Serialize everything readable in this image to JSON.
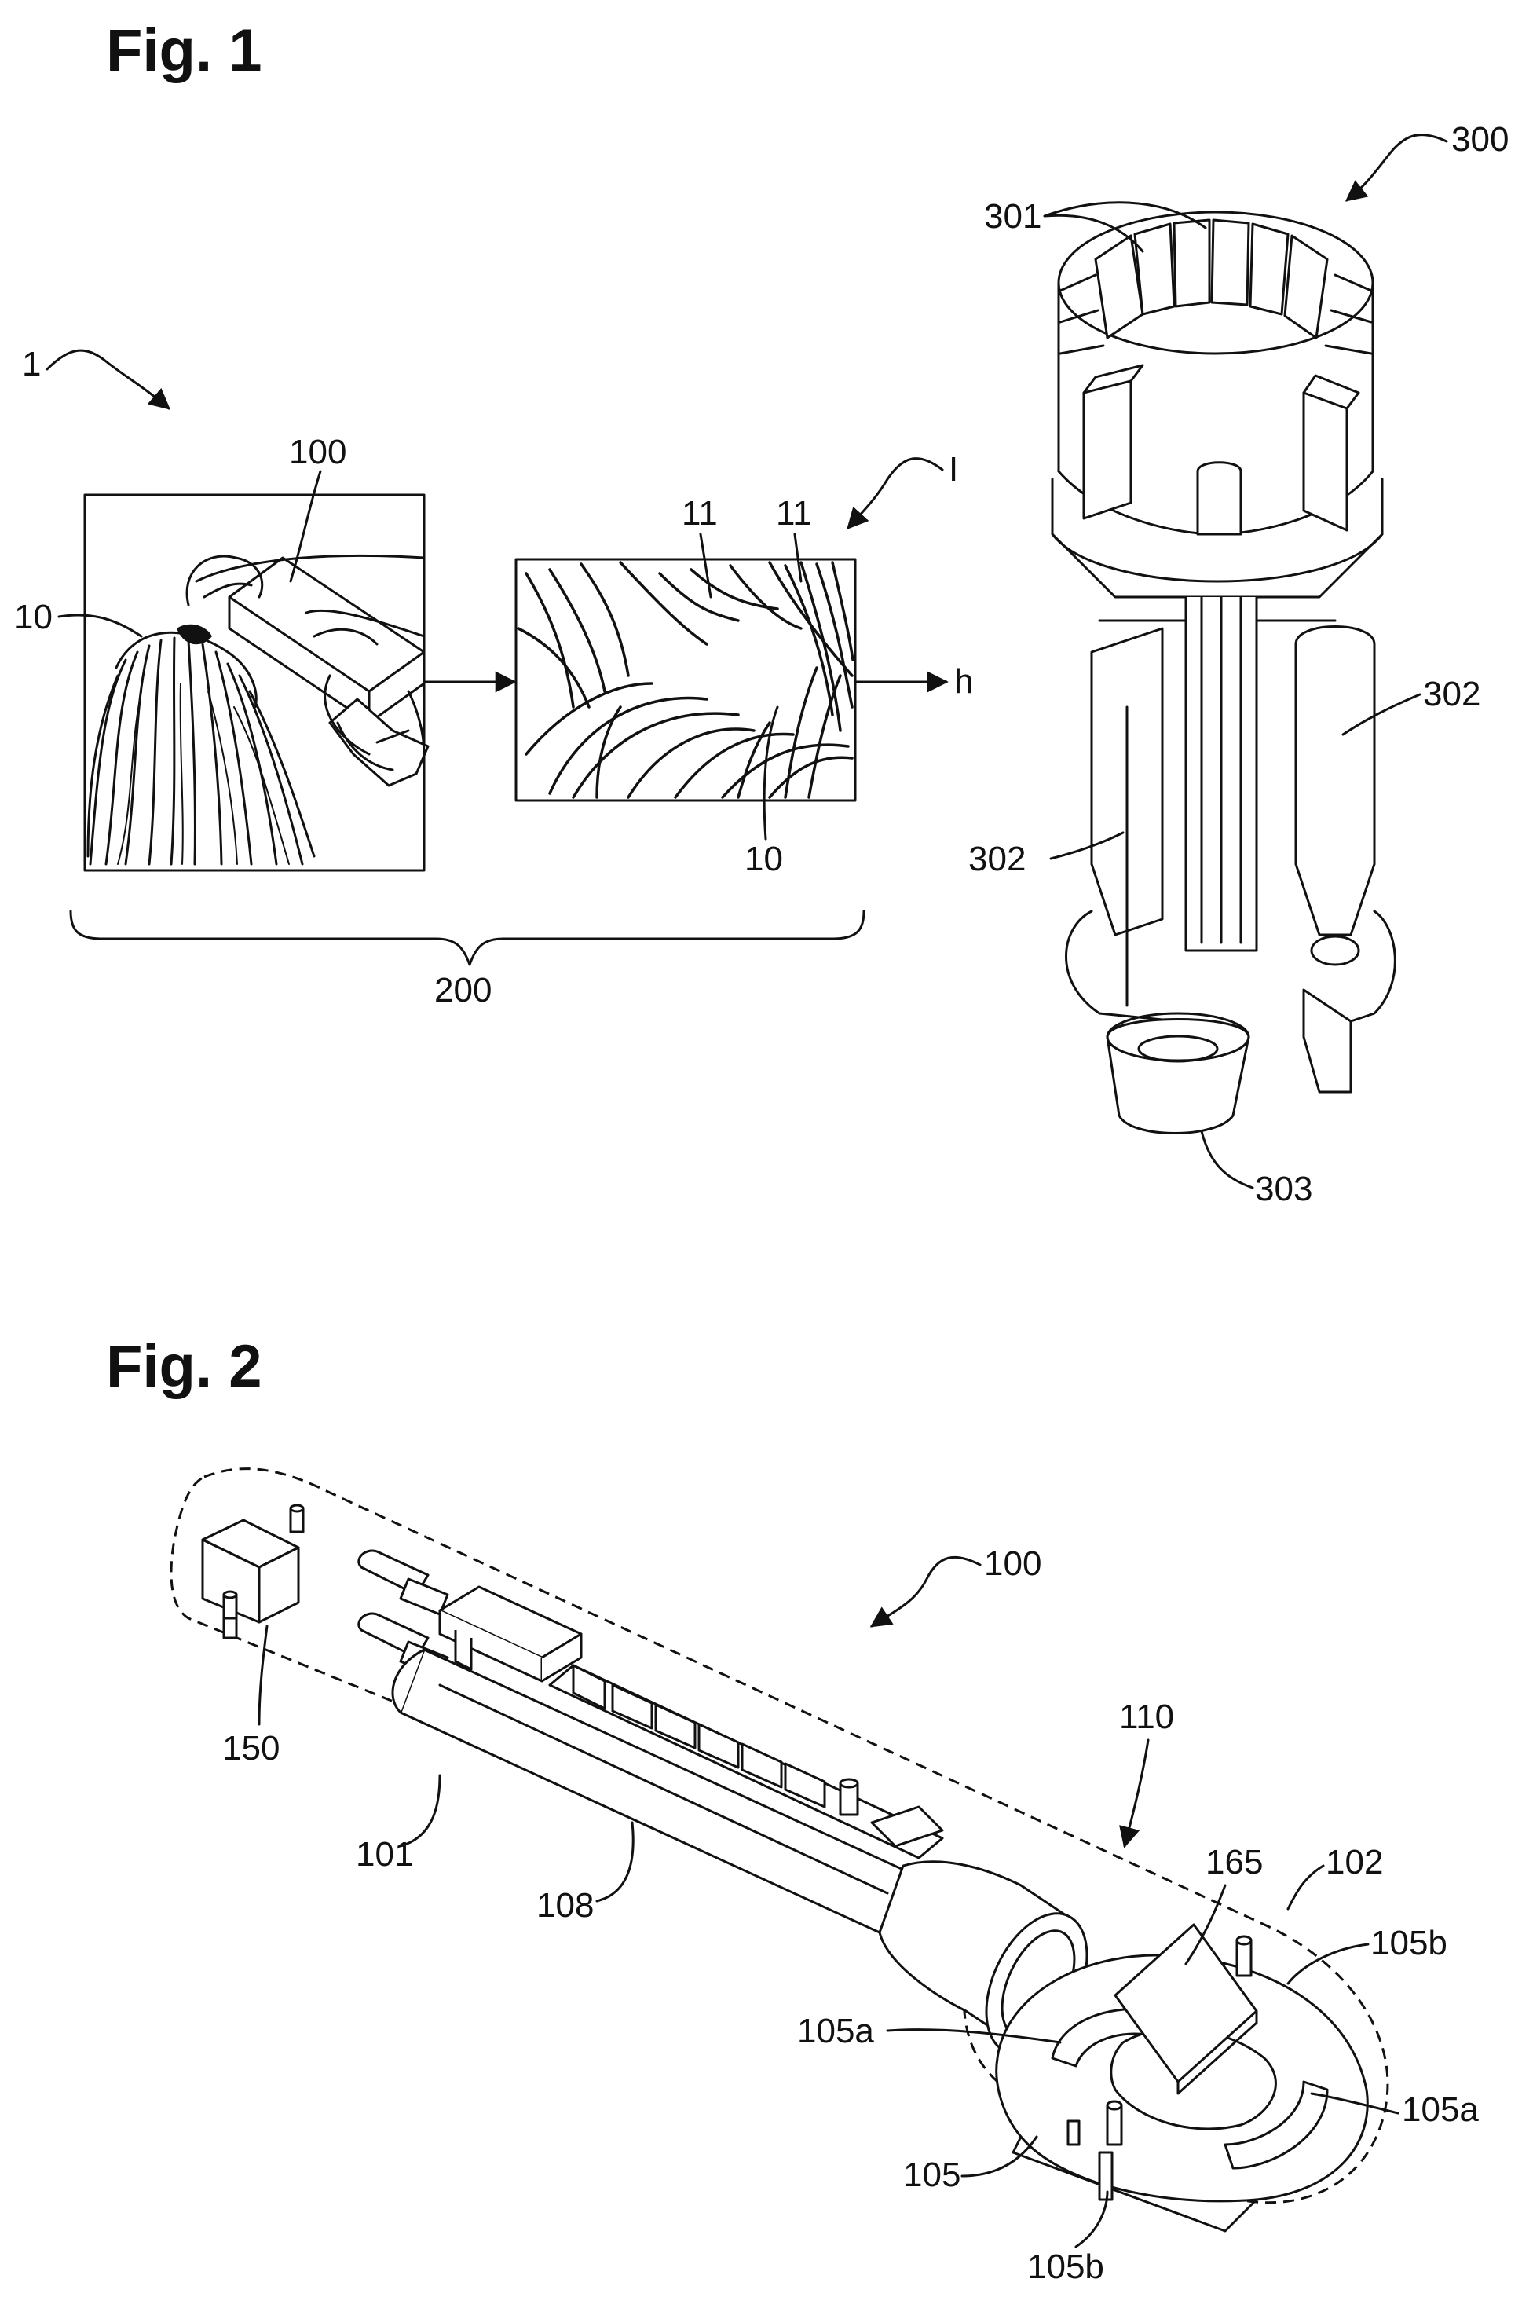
{
  "fig1": {
    "title": "Fig. 1",
    "labels": {
      "system": "1",
      "device": "100",
      "hair": "10",
      "image": "I",
      "hair_feature_a": "11",
      "hair_feature_b": "11",
      "hair_in_image": "10",
      "axis": "h",
      "acquisition": "200",
      "dispenser": "300",
      "cartridges": "301",
      "reservoir_left": "302",
      "reservoir_right": "302",
      "cup": "303"
    }
  },
  "fig2": {
    "title": "Fig. 2",
    "labels": {
      "device": "100",
      "module": "150",
      "handle": "101",
      "body": "108",
      "head_assembly": "110",
      "sensor": "165",
      "head": "102",
      "slot_b_top": "105b",
      "slot_a_left": "105a",
      "slot_a_right": "105a",
      "plate": "105",
      "slot_b_bottom": "105b"
    }
  }
}
